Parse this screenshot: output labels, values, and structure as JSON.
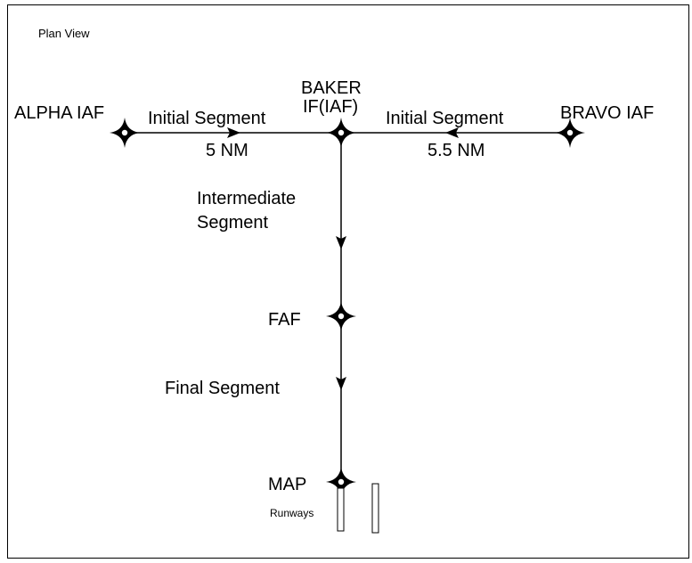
{
  "title": "Plan View",
  "fixes": {
    "alpha": "ALPHA IAF",
    "baker_line1": "BAKER",
    "baker_line2": "IF(IAF)",
    "bravo": "BRAVO IAF",
    "faf": "FAF",
    "map": "MAP"
  },
  "segments": {
    "initial_left": "Initial Segment",
    "initial_left_distance": "5 NM",
    "initial_right": "Initial Segment",
    "initial_right_distance": "5.5 NM",
    "intermediate_line1": "Intermediate",
    "intermediate_line2": "Segment",
    "final": "Final Segment"
  },
  "runways_label": "Runways",
  "colors": {
    "line": "#000000",
    "background": "#ffffff"
  },
  "icons": {
    "fix": "waypoint-star-icon",
    "arrow": "arrowhead-icon",
    "runway": "runway-rectangle-icon"
  }
}
